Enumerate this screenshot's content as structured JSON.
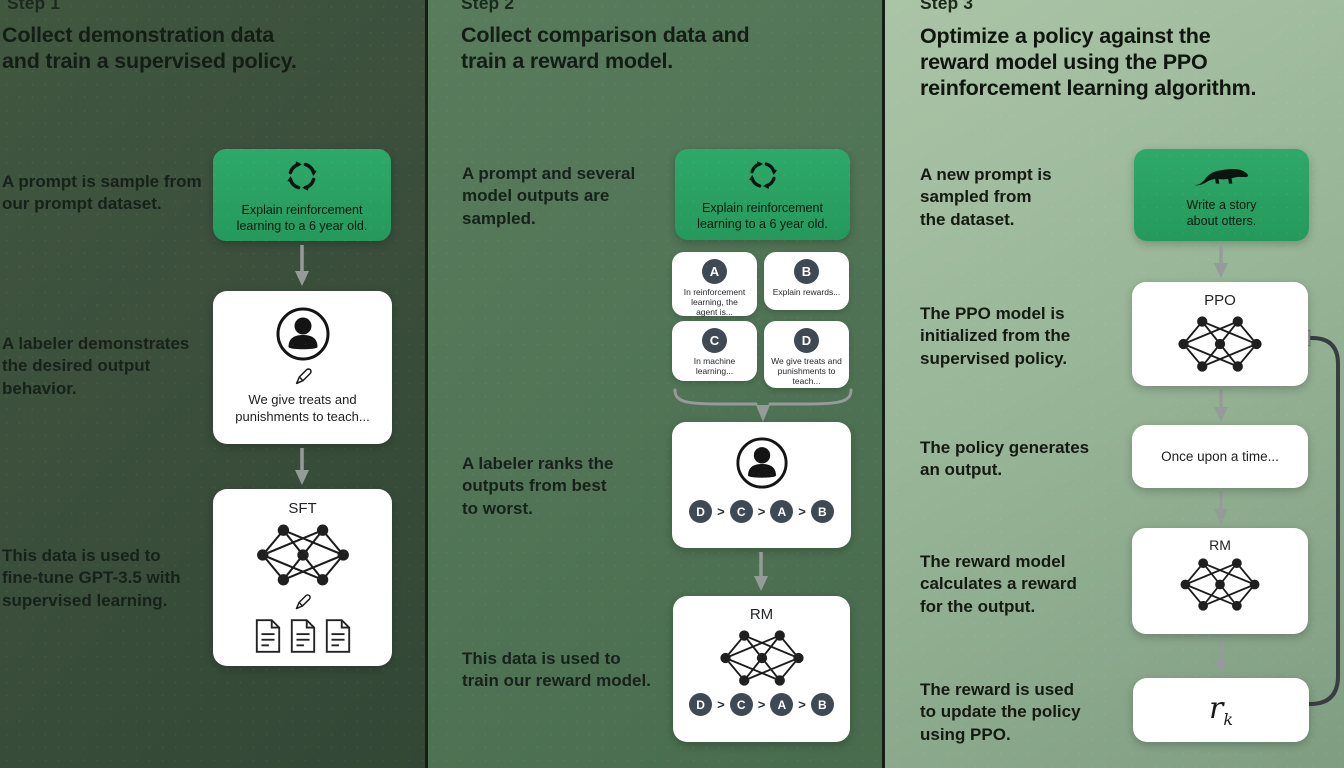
{
  "ui": {
    "rank_separator": ">",
    "colors": {
      "column1_bg": "#3b4f3c",
      "column2_bg": "#507455",
      "column3_bg": "#99b698",
      "prompt_card_green": "#2aa263",
      "card_white": "#ffffff",
      "arrow_grey": "#949c98",
      "badge_slate": "#3e4953",
      "loop_arrow_dark": "#373d42",
      "text_dark": "#16211a"
    },
    "icons": [
      "cycle-icon",
      "otter-icon",
      "person-icon",
      "pencil-icon",
      "neural-network-icon",
      "document-icon",
      "down-arrow",
      "converge-bracket",
      "loop-arrow"
    ]
  },
  "step1": {
    "step_label": "Step 1",
    "heading": "Collect demonstration data\nand train a supervised policy.",
    "caption_prompt": "A prompt is sample from\nour prompt dataset.",
    "caption_labeler": "A labeler demonstrates\nthe desired output\nbehavior.",
    "caption_sft": "This data is used to\nfine-tune GPT-3.5 with\nsupervised learning.",
    "prompt_card_text": "Explain reinforcement\nlearning to a 6 year old.",
    "labeler_card_text": "We give treats and\npunishments to teach...",
    "sft_label": "SFT"
  },
  "step2": {
    "step_label": "Step 2",
    "heading": "Collect comparison data and\ntrain a reward model.",
    "caption_sampled": "A prompt and several\nmodel outputs are\nsampled.",
    "caption_ranks": "A labeler ranks the\noutputs from best\nto worst.",
    "caption_train": "This data is used to\ntrain our reward model.",
    "prompt_card_text": "Explain reinforcement\nlearning to a 6 year old.",
    "outputs": [
      {
        "label": "A",
        "text": "In reinforcement\nlearning, the\nagent is..."
      },
      {
        "label": "B",
        "text": "Explain rewards..."
      },
      {
        "label": "C",
        "text": "In machine\nlearning..."
      },
      {
        "label": "D",
        "text": "We give treats and\npunishments to\nteach..."
      }
    ],
    "ranking": [
      "D",
      "C",
      "A",
      "B"
    ],
    "rm_label": "RM"
  },
  "step3": {
    "step_label": "Step 3",
    "heading": "Optimize a policy against the\nreward model using the PPO\nreinforcement learning algorithm.",
    "caption_prompt": "A new prompt is\nsampled from\nthe dataset.",
    "caption_ppo": "The PPO model is\ninitialized from the\nsupervised policy.",
    "caption_output": "The policy generates\nan output.",
    "caption_reward": "The reward model\ncalculates a reward\nfor the output.",
    "caption_update": "The reward is used\nto update the policy\nusing PPO.",
    "prompt_card_text": "Write a story\nabout otters.",
    "ppo_label": "PPO",
    "output_card_text": "Once upon a time...",
    "rm_label": "RM",
    "reward_base": "r",
    "reward_sub": "k"
  }
}
